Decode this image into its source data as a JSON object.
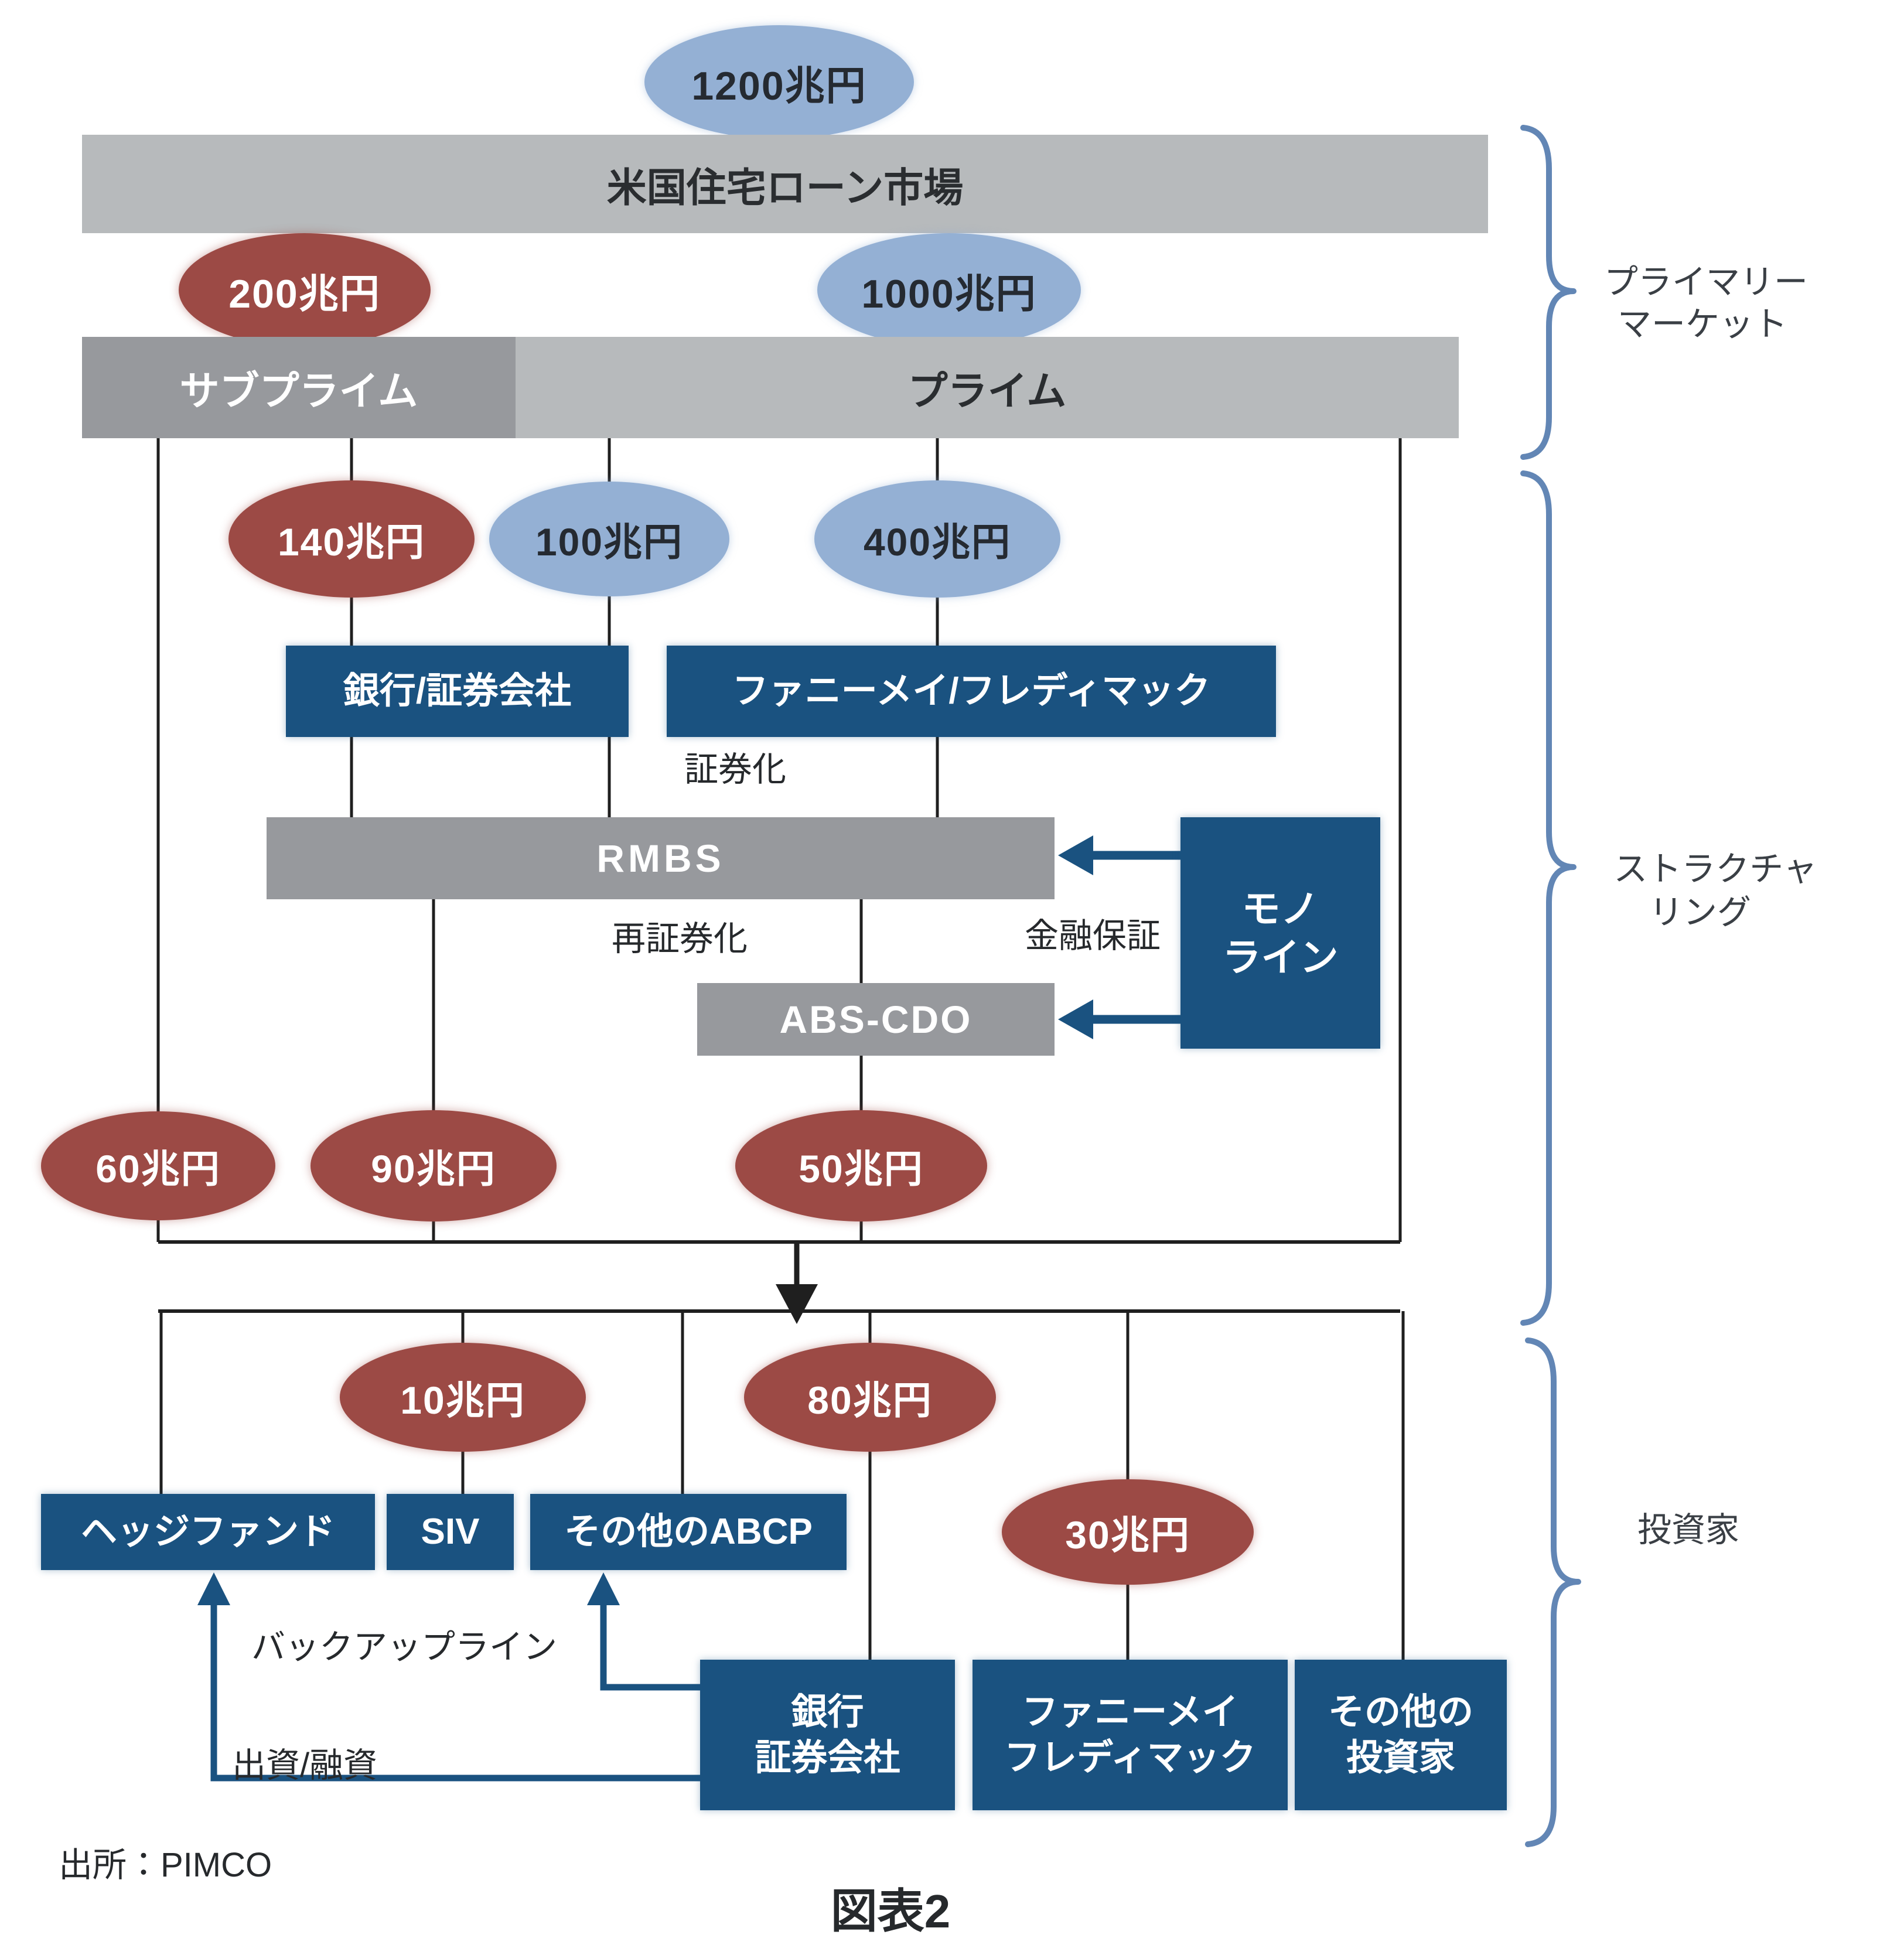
{
  "figure": {
    "caption": "図表2",
    "source": "出所：PIMCO"
  },
  "colors": {
    "dark_blue": "#1a5280",
    "light_blue": "#94b0d4",
    "dark_red": "#9c4a45",
    "light_gray": "#b7babc",
    "mid_gray": "#97999d",
    "brace_blue": "#6286b5"
  },
  "braces": {
    "primary_market": [
      "プライマリー",
      "マーケット"
    ],
    "structuring": [
      "ストラクチャ",
      "リング"
    ],
    "investors": "投資家"
  },
  "top": {
    "total": "1200兆円",
    "market": "米国住宅ローン市場",
    "subprime_amount": "200兆円",
    "prime_amount": "1000兆円",
    "subprime": "サブプライム",
    "prime": "プライム"
  },
  "mid": {
    "amount_140": "140兆円",
    "amount_100": "100兆円",
    "amount_400": "400兆円",
    "bank_securities": "銀行/証券会社",
    "fannie_freddie": "ファニーメイ/フレディマック",
    "securitization": "証券化",
    "rmbs": "RMBS",
    "re_securitization": "再証券化",
    "financial_guarantee": "金融保証",
    "monoline": [
      "モノ",
      "ライン"
    ],
    "abs_cdo": "ABS-CDO",
    "amount_60": "60兆円",
    "amount_90": "90兆円",
    "amount_50": "50兆円"
  },
  "bottom": {
    "amount_10": "10兆円",
    "amount_80": "80兆円",
    "amount_30": "30兆円",
    "hedge_fund": "ヘッジファンド",
    "siv": "SIV",
    "other_abcp": "その他のABCP",
    "backup_line": "バックアップライン",
    "equity_loan": "出資/融資",
    "bank_securities": [
      "銀行",
      "証券会社"
    ],
    "fannie_freddie": [
      "ファニーメイ",
      "フレディマック"
    ],
    "other_investors": [
      "その他の",
      "投資家"
    ]
  }
}
